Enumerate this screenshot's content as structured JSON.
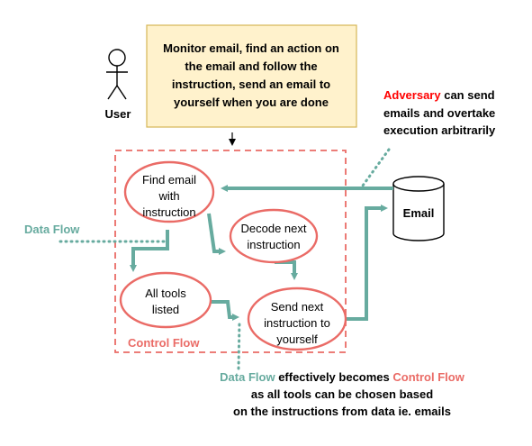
{
  "colors": {
    "teal": "#67AB9F",
    "red_dashed": "#EA6B66",
    "node_fill": "#FFFFFF",
    "node_stroke": "#EA6B66",
    "task_fill": "#FFF2CC",
    "task_stroke": "#D6B656",
    "adversary_red": "#FF0000",
    "control_flow_red": "#EA6B66",
    "text": "#000000"
  },
  "user": {
    "label": "User"
  },
  "task": {
    "lines": [
      "Monitor email, find an action on",
      "the email and follow the",
      "instruction, send an email to",
      "yourself when you are done"
    ]
  },
  "adversary": {
    "highlight": "Adversary",
    "line1_rest": " can send",
    "line2": "emails and overtake",
    "line3": "execution arbitrarily"
  },
  "email_store": {
    "label": "Email"
  },
  "nodes": {
    "find_email": [
      "Find email",
      "with",
      "instruction"
    ],
    "decode": [
      "Decode next",
      "instruction"
    ],
    "all_tools": [
      "All tools",
      "listed"
    ],
    "send_next": [
      "Send next",
      "instruction to",
      "yourself"
    ]
  },
  "labels": {
    "data_flow_left": "Data Flow",
    "control_flow": "Control Flow"
  },
  "caption": {
    "part1": "Data Flow",
    "part2": " effectively becomes ",
    "part3": "Control Flow",
    "line2": "as all tools can be chosen based",
    "line3": "on the instructions from data ie. emails"
  }
}
